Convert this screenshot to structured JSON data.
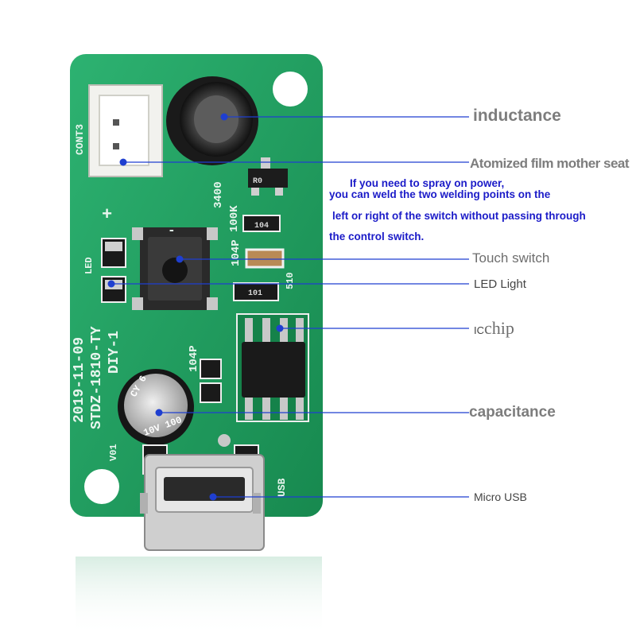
{
  "colors": {
    "board": "#1f9a62",
    "board_light": "#2fb878",
    "silkscreen": "#e8f5ee",
    "pad": "#c9c9c9",
    "leader_line": "#1f3fd0",
    "label_grey": "#7d7d7d",
    "note_blue": "#1b1bc8"
  },
  "board": {
    "silkscreen_cont3": "CONT3",
    "silkscreen_date": "2019-11-09",
    "silkscreen_model": "STDZ-1810-TY",
    "silkscreen_diy": "DIY-1",
    "silkscreen_usb": "USB",
    "silkscreen_3400": "3400",
    "silkscreen_100k": "100K",
    "silkscreen_104p": "104P",
    "silkscreen_104p2": "104P",
    "silkscreen_led": "LED",
    "silkscreen_plus": "+",
    "silkscreen_minus": "-",
    "silkscreen_510": "510",
    "silkscreen_r0": "R0",
    "silkscreen_104": "104",
    "silkscreen_101": "101",
    "silkscreen_cap": "CY 6",
    "silkscreen_cap2": "10V 100",
    "silkscreen_cap3": "V01"
  },
  "labels": {
    "inductance": "inductance",
    "atomized": "Atomized film mother seat",
    "touch_switch": "Touch switch",
    "led_light": "LED Light",
    "ic_prefix": "IC",
    "ic_chip": "chip",
    "capacitance": "capacitance",
    "micro_usb": "Micro USB"
  },
  "note": {
    "line1": "If you need to spray on power,",
    "line2": "you can weld the two welding points on the",
    "line3": "left or right of the switch without passing through",
    "line4": "the control switch."
  }
}
